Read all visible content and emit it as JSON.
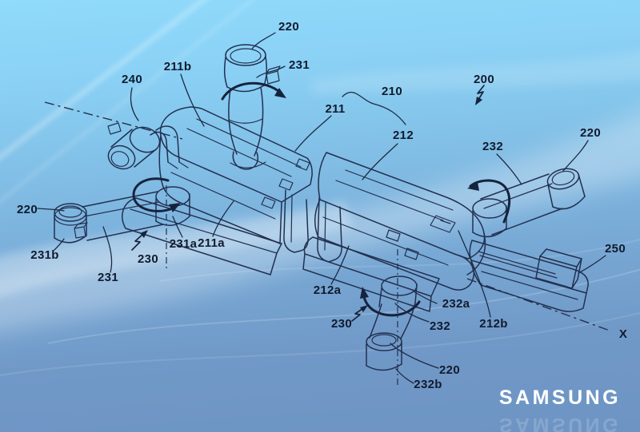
{
  "figure": {
    "description": "Patent line drawing of a foldable drone, isometric view",
    "axis_label": "X"
  },
  "brand": {
    "wordmark": "SAMSUNG"
  },
  "colors": {
    "sky_top": "#90dafb",
    "sky_bottom": "#6d94c3",
    "drawing_line": "#223050",
    "label_text": "#111b2e",
    "wordmark": "#ffffff"
  },
  "callouts": [
    {
      "id": "rotor-top",
      "text": "220"
    },
    {
      "id": "arm-top",
      "text": "231"
    },
    {
      "id": "left-housing-part",
      "text": "211b"
    },
    {
      "id": "camera",
      "text": "240"
    },
    {
      "id": "drone-assembly",
      "text": "200"
    },
    {
      "id": "body-assembly",
      "text": "210"
    },
    {
      "id": "left-body-upper",
      "text": "211"
    },
    {
      "id": "right-body-upper",
      "text": "212"
    },
    {
      "id": "arm-right",
      "text": "232"
    },
    {
      "id": "rotor-right",
      "text": "220"
    },
    {
      "id": "battery",
      "text": "250"
    },
    {
      "id": "rotor-left",
      "text": "220"
    },
    {
      "id": "rotor-left-motor",
      "text": "231b"
    },
    {
      "id": "arm-left",
      "text": "231"
    },
    {
      "id": "hinge-left",
      "text": "230"
    },
    {
      "id": "arm-left-joint",
      "text": "231a"
    },
    {
      "id": "left-body-lower",
      "text": "211a"
    },
    {
      "id": "right-body-lower",
      "text": "212a"
    },
    {
      "id": "hinge-bottom",
      "text": "230"
    },
    {
      "id": "arm-bottom-joint",
      "text": "232a"
    },
    {
      "id": "arm-bottom",
      "text": "232"
    },
    {
      "id": "right-body-part",
      "text": "212b"
    },
    {
      "id": "rotor-bottom",
      "text": "220"
    },
    {
      "id": "rotor-bottom-motor",
      "text": "232b"
    },
    {
      "id": "axis-x",
      "text": "X"
    }
  ]
}
